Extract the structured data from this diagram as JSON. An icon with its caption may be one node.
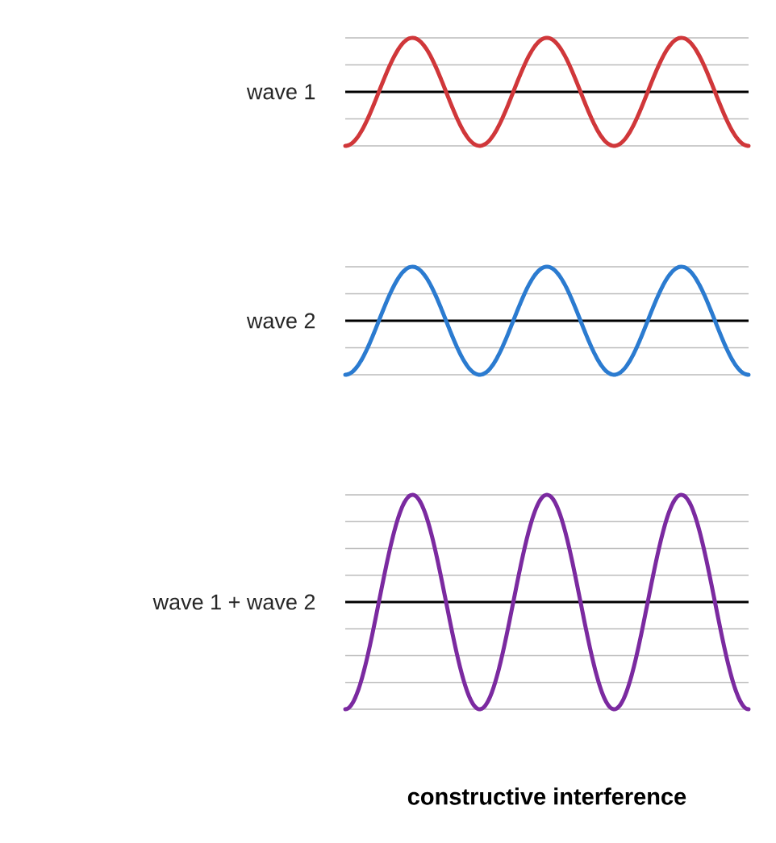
{
  "diagram": {
    "caption": "constructive interference",
    "labels": [
      "wave 1",
      "wave 2",
      "wave 1 + wave 2"
    ]
  }
}
